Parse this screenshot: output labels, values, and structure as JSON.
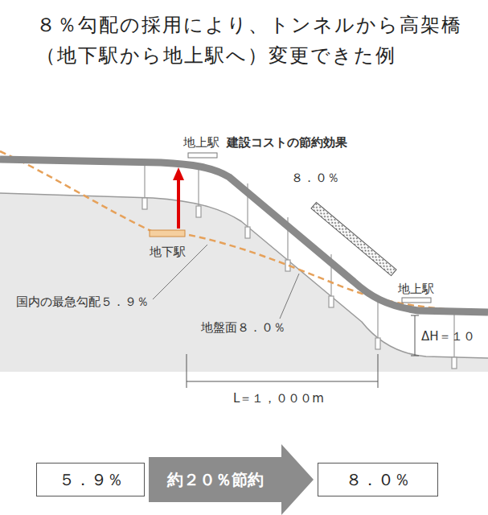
{
  "diagram": {
    "title": "８％勾配の採用により、トンネルから高架橋（地下駅から地上駅へ）変更できた例",
    "nodes": [
      {
        "text": [
          "５．９％"
        ]
      },
      {
        "text": [
          "８．０％"
        ]
      }
    ],
    "edges": [
      {
        "from": 0,
        "to": 1,
        "arrow": "to",
        "label": "約２０％節約"
      }
    ],
    "labels": [
      "地上駅",
      "建設コストの節約効果",
      "８．０％",
      "地下駅",
      "国内の最急勾配５．９％",
      "地盤面８．０％",
      "地上駅",
      "ΔH＝１０",
      "L＝１，０００m"
    ]
  }
}
